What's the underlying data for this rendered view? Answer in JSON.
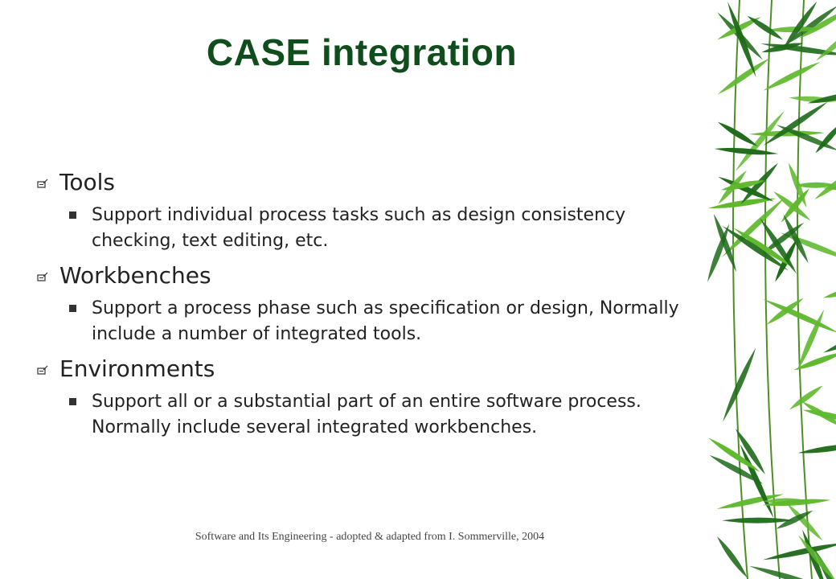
{
  "slide": {
    "title": "CASE integration",
    "items": [
      {
        "heading": "Tools",
        "sub": "Support individual process tasks such as design consistency checking, text editing, etc."
      },
      {
        "heading": "Workbenches",
        "sub": "Support a process phase such as specification or design, Normally include a number of integrated tools."
      },
      {
        "heading": "Environments",
        "sub": "Support all or a substantial part of an entire software process. Normally include several integrated workbenches."
      }
    ],
    "footer": "Software and Its Engineering - adopted & adapted from I. Sommerville, 2004"
  },
  "colors": {
    "title": "#0f4d1c",
    "leaf_dark": "#1f6b1a",
    "leaf_light": "#5fb82e",
    "text": "#222222"
  },
  "icons": {
    "bullet": "arrow-box-bullet-icon",
    "sub_bullet": "square-bullet-icon",
    "decoration": "bamboo-leaves-decoration"
  }
}
